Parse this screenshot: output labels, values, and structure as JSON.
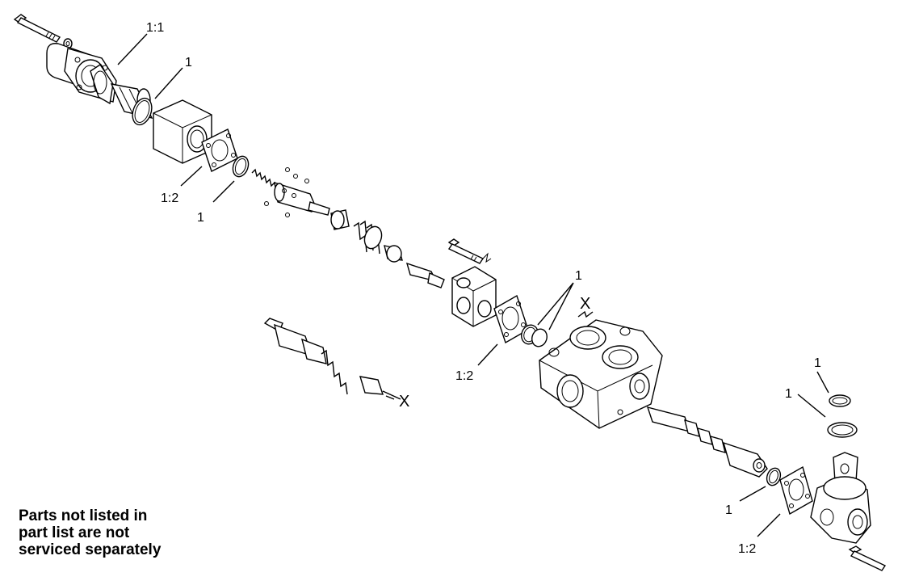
{
  "callouts": {
    "top_1_1": "1:1",
    "top_1_a": "1",
    "left_1_2": "1:2",
    "left_1": "1",
    "mid_1": "1",
    "mid_1_2": "1:2",
    "right_1_a": "1",
    "right_1_b": "1",
    "bottom_1": "1",
    "bottom_1_2": "1:2"
  },
  "break_marks": {
    "upper": "X",
    "lower": "X"
  },
  "note": {
    "line1": "Parts not listed in",
    "line2": "part list are not",
    "line3": "serviced separately"
  }
}
